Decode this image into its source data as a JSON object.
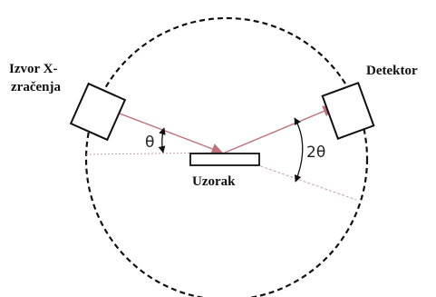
{
  "labels": {
    "source_line1": "Izvor X-",
    "source_line2": "zračenja",
    "detector": "Detektor",
    "sample": "Uzorak",
    "theta": "θ",
    "two_theta": "2θ"
  },
  "colors": {
    "outline": "#111111",
    "beam": "#c0707a",
    "reference_line": "#c9a0a8",
    "background": "#ffffff"
  }
}
